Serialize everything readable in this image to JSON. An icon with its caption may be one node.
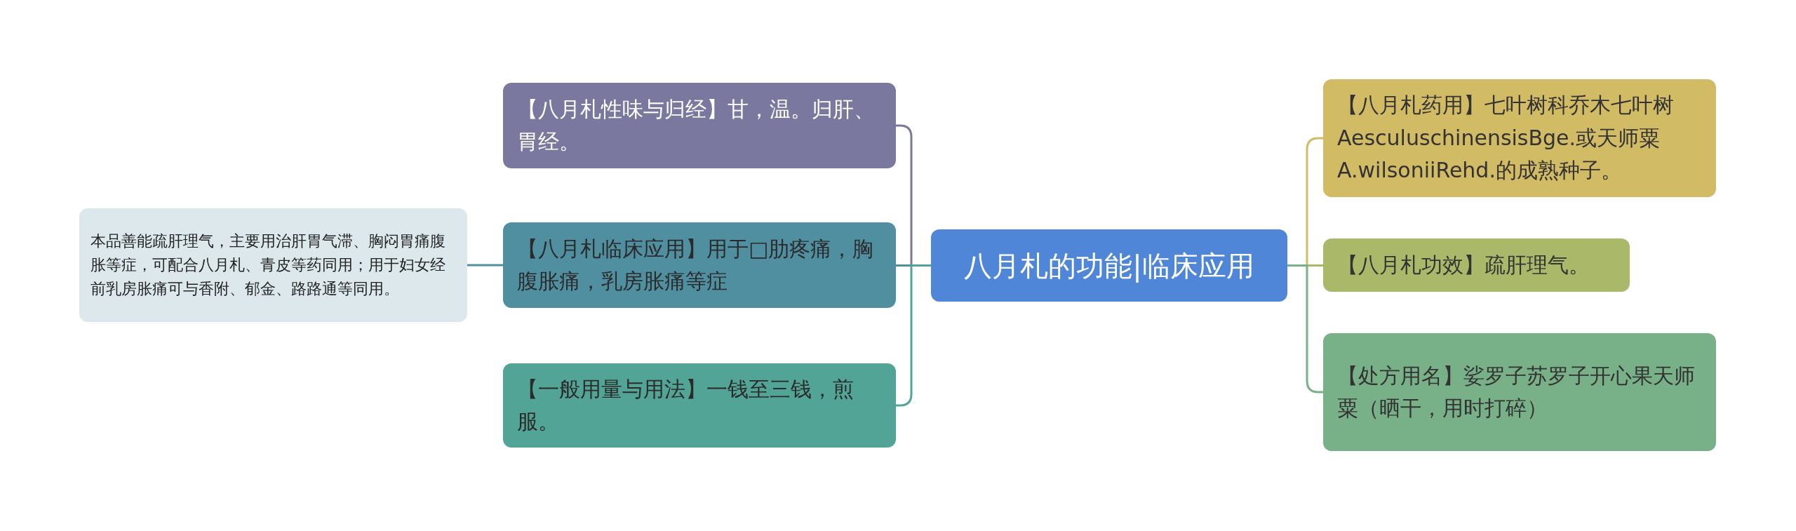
{
  "diagram": {
    "nodes": [
      {
        "text": [
          "八月札的功能|临床应用"
        ]
      },
      {
        "text": [
          "【八月札性味与归经】甘，温。归肝、胃经。"
        ]
      },
      {
        "text": [
          "【八月札临床应用】用于□肋疼痛，胸腹胀痛，乳房胀痛等症"
        ]
      },
      {
        "text": [
          "本品善能疏肝理气，主要用治肝胃气滞、胸闷胃痛腹胀等症，可配合八月札、青皮等药同用；用于妇女经前乳房胀痛可与香附、郁金、路路通等同用。"
        ]
      },
      {
        "text": [
          "【一般用量与用法】一钱至三钱，煎服。"
        ]
      },
      {
        "text": [
          "【八月札药用】七叶树科乔木七叶树AesculuschinensisBge.或天师粟A.wilsoniiRehd.的成熟种子。"
        ]
      },
      {
        "text": [
          "【八月札功效】疏肝理气。"
        ]
      },
      {
        "text": [
          "【处方用名】娑罗子苏罗子开心果天师粟（晒干，用时打碎）"
        ]
      }
    ],
    "edges": [
      {
        "from": 0,
        "to": 1,
        "arrow": "none",
        "color": "#7b78a0"
      },
      {
        "from": 0,
        "to": 2,
        "arrow": "none",
        "color": "#4f8fa0"
      },
      {
        "from": 2,
        "to": 3,
        "arrow": "none",
        "color": "#4f8fa0"
      },
      {
        "from": 0,
        "to": 4,
        "arrow": "none",
        "color": "#52a596"
      },
      {
        "from": 0,
        "to": 5,
        "arrow": "none",
        "color": "#d2bb65"
      },
      {
        "from": 0,
        "to": 6,
        "arrow": "none",
        "color": "#aab86a"
      },
      {
        "from": 0,
        "to": 7,
        "arrow": "none",
        "color": "#78b088"
      }
    ]
  }
}
